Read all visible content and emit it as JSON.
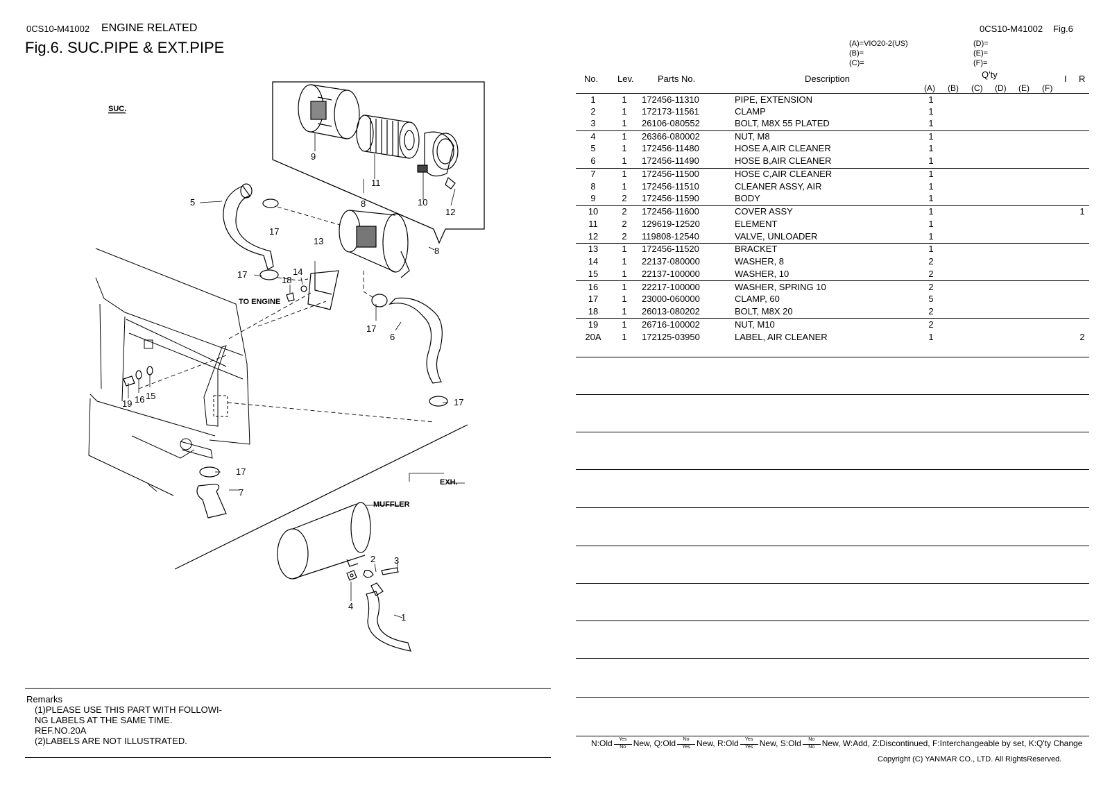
{
  "header": {
    "left_code": "0CS10-M41002",
    "left_title": "ENGINE RELATED",
    "fig_title": "Fig.6.  SUC.PIPE & EXT.PIPE",
    "right_code": "0CS10-M41002",
    "right_fig": "Fig.6"
  },
  "variants": {
    "a": "(A)=VIO20-2(US)",
    "b": "(B)=",
    "c": "(C)=",
    "d": "(D)=",
    "e": "(E)=",
    "f": "(F)="
  },
  "table_header": {
    "no": "No.",
    "lev": "Lev.",
    "parts_no": "Parts No.",
    "description": "Description",
    "qty": "Q'ty",
    "i": "I",
    "r": "R",
    "cols": [
      "(A)",
      "(B)",
      "(C)",
      "(D)",
      "(E)",
      "(F)"
    ]
  },
  "parts": [
    {
      "no": "1",
      "lev": "1",
      "part": "172456-11310",
      "desc": "PIPE, EXTENSION",
      "a": "1",
      "r": ""
    },
    {
      "no": "2",
      "lev": "1",
      "part": "172173-11561",
      "desc": "CLAMP",
      "a": "1",
      "r": ""
    },
    {
      "no": "3",
      "lev": "1",
      "part": "26106-080552",
      "desc": "BOLT, M8X 55 PLATED",
      "a": "1",
      "r": ""
    },
    {
      "no": "4",
      "lev": "1",
      "part": "26366-080002",
      "desc": "NUT, M8",
      "a": "1",
      "r": ""
    },
    {
      "no": "5",
      "lev": "1",
      "part": "172456-11480",
      "desc": "HOSE A,AIR CLEANER",
      "a": "1",
      "r": ""
    },
    {
      "no": "6",
      "lev": "1",
      "part": "172456-11490",
      "desc": "HOSE B,AIR CLEANER",
      "a": "1",
      "r": ""
    },
    {
      "no": "7",
      "lev": "1",
      "part": "172456-11500",
      "desc": "HOSE C,AIR CLEANER",
      "a": "1",
      "r": ""
    },
    {
      "no": "8",
      "lev": "1",
      "part": "172456-11510",
      "desc": "CLEANER ASSY, AIR",
      "a": "1",
      "r": ""
    },
    {
      "no": "9",
      "lev": "2",
      "part": "172456-11590",
      "desc": "BODY",
      "a": "1",
      "r": ""
    },
    {
      "no": "10",
      "lev": "2",
      "part": "172456-11600",
      "desc": "COVER ASSY",
      "a": "1",
      "r": "1"
    },
    {
      "no": "11",
      "lev": "2",
      "part": "129619-12520",
      "desc": "ELEMENT",
      "a": "1",
      "r": ""
    },
    {
      "no": "12",
      "lev": "2",
      "part": "119808-12540",
      "desc": "VALVE, UNLOADER",
      "a": "1",
      "r": ""
    },
    {
      "no": "13",
      "lev": "1",
      "part": "172456-11520",
      "desc": "BRACKET",
      "a": "1",
      "r": ""
    },
    {
      "no": "14",
      "lev": "1",
      "part": "22137-080000",
      "desc": "WASHER,  8",
      "a": "2",
      "r": ""
    },
    {
      "no": "15",
      "lev": "1",
      "part": "22137-100000",
      "desc": "WASHER, 10",
      "a": "2",
      "r": ""
    },
    {
      "no": "16",
      "lev": "1",
      "part": "22217-100000",
      "desc": "WASHER, SPRING 10",
      "a": "2",
      "r": ""
    },
    {
      "no": "17",
      "lev": "1",
      "part": "23000-060000",
      "desc": "CLAMP,  60",
      "a": "5",
      "r": ""
    },
    {
      "no": "18",
      "lev": "1",
      "part": "26013-080202",
      "desc": "BOLT, M8X 20",
      "a": "2",
      "r": ""
    },
    {
      "no": "19",
      "lev": "1",
      "part": "26716-100002",
      "desc": "NUT, M10",
      "a": "2",
      "r": ""
    },
    {
      "no": "20A",
      "lev": "1",
      "part": "172125-03950",
      "desc": "LABEL, AIR CLEANER",
      "a": "1",
      "r": "2"
    }
  ],
  "diagram": {
    "suc_label": "SUC.",
    "exh_label": "EXH.",
    "muffler_label": "MUFFLER",
    "to_engine": "TO ENGINE",
    "callouts": [
      "9",
      "11",
      "8",
      "10",
      "12",
      "5",
      "17",
      "13",
      "8",
      "17",
      "14",
      "18",
      "17",
      "6",
      "19",
      "16",
      "15",
      "17",
      "17",
      "7",
      "2",
      "3",
      "4",
      "1"
    ]
  },
  "remarks": {
    "title": "Remarks",
    "line1": "(1)PLEASE USE THIS PART WITH FOLLOWI-",
    "line2": "NG LABELS AT THE SAME TIME.",
    "line3": "REF.NO.20A",
    "line4": "(2)LABELS ARE NOT ILLUSTRATED."
  },
  "legend": {
    "n_old": "N:Old",
    "n_new": "New, Q:Old",
    "q_new": "New, R:Old",
    "r_new": "New, S:Old",
    "s_new": "New, W:Add, Z:Discontinued, F:Interchangeable by set, K:Q'ty Change",
    "yes": "Yes",
    "no": "No"
  },
  "copyright": "Copyright (C)  YANMAR CO., LTD. All RightsReserved."
}
